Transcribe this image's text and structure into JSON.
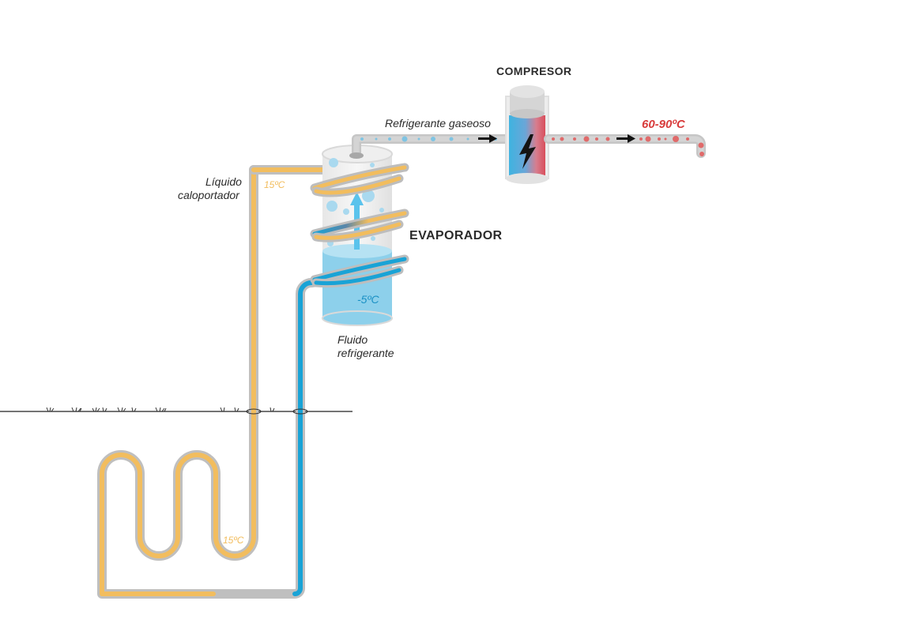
{
  "labels": {
    "compresor": "COMPRESOR",
    "evaporador": "EVAPORADOR",
    "refrigerante_gaseoso": "Refrigerante gaseoso",
    "liquido_line1": "Líquido",
    "liquido_line2": "caloportador",
    "fluido_line1": "Fluido",
    "fluido_line2": "refrigerante",
    "temp_ground": "15ºC",
    "temp_top": "15ºC",
    "temp_cold": "-5ºC",
    "temp_hot": "60-90ºC"
  },
  "colors": {
    "warm_fluid": "#f2bd5e",
    "cold_fluid": "#19a3d6",
    "pipe_gray": "#bdbdbd",
    "hot_red": "#d83c3c",
    "text_dark": "#2b2b2b"
  },
  "icons": [
    "lightning-icon",
    "flow-arrow-icon",
    "up-arrow-icon",
    "grass-tuft-icon"
  ]
}
